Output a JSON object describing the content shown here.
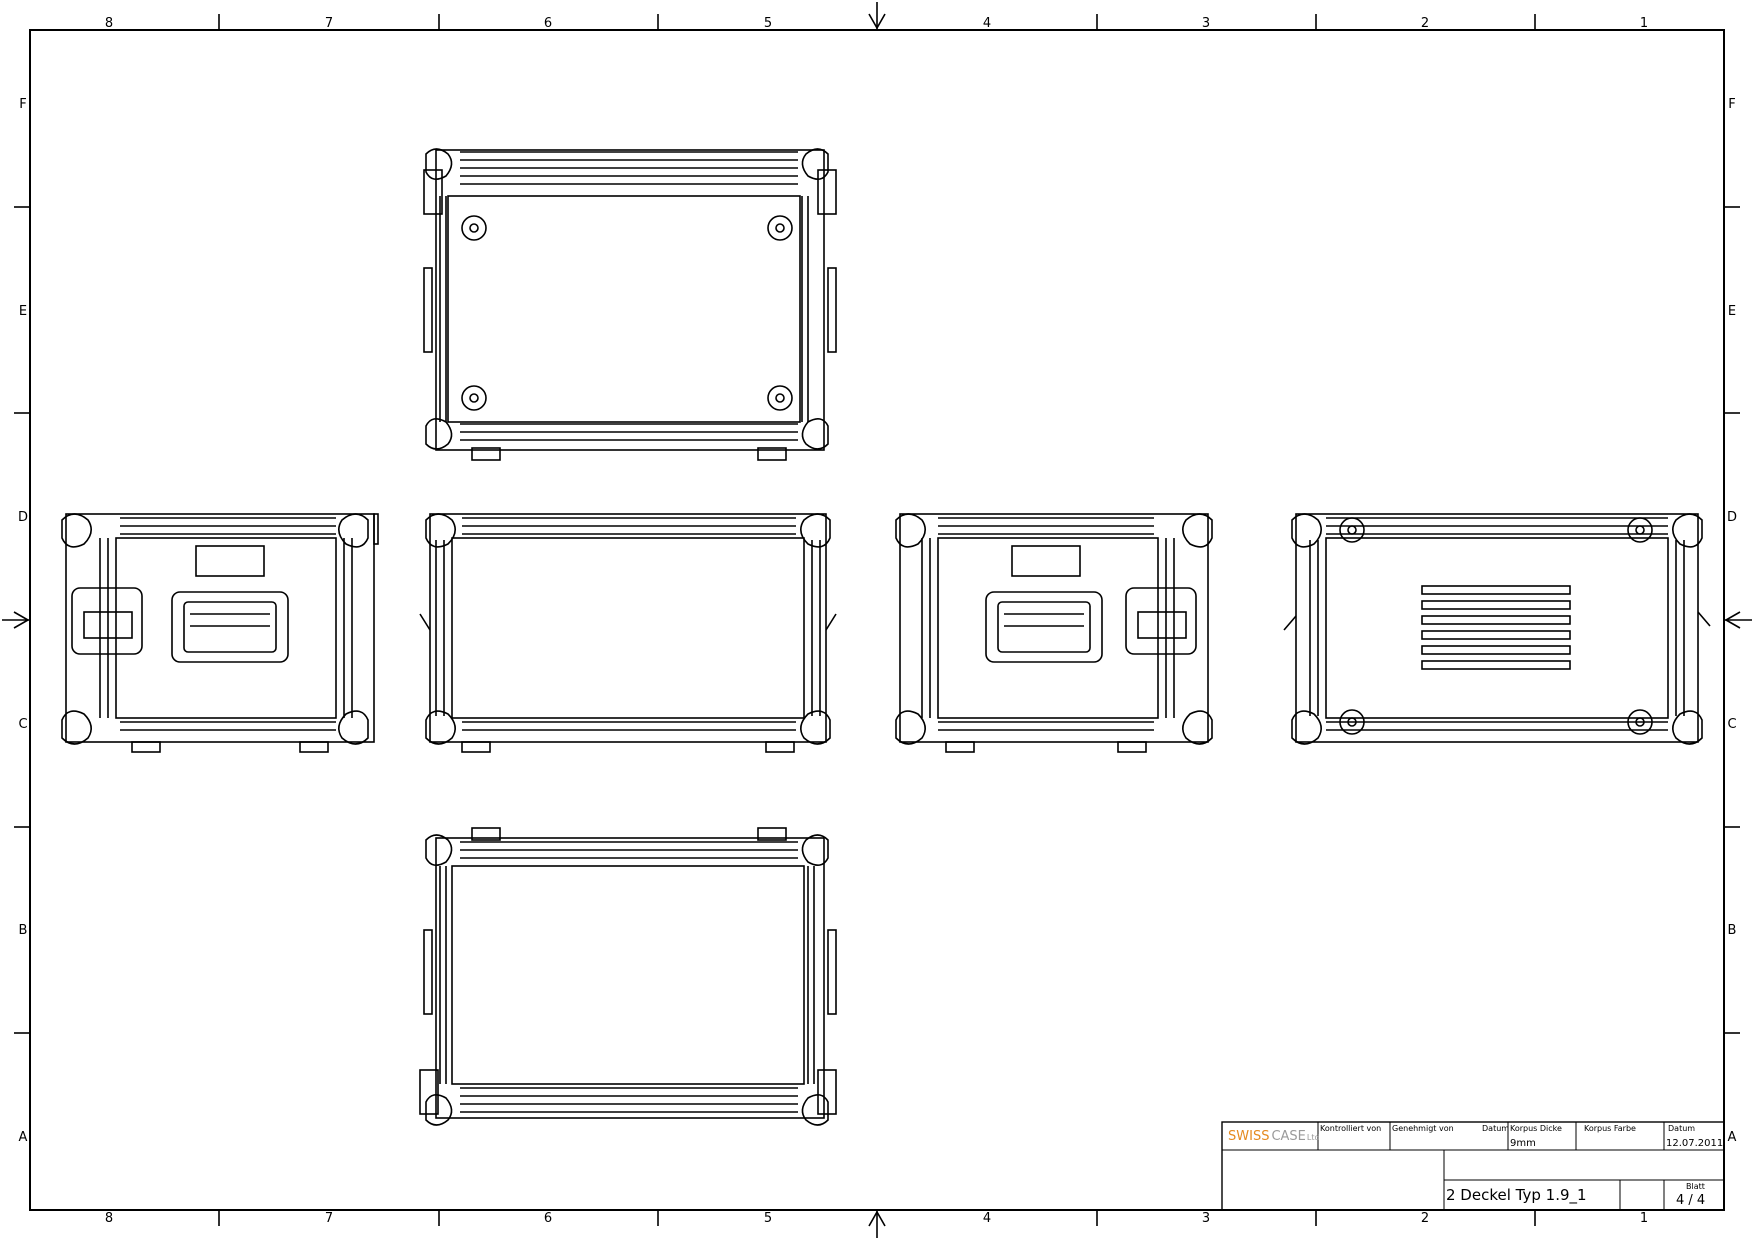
{
  "drawing": {
    "column_labels": [
      "8",
      "7",
      "6",
      "5",
      "4",
      "3",
      "2",
      "1"
    ],
    "row_labels": [
      "F",
      "E",
      "D",
      "C",
      "B",
      "A"
    ]
  },
  "title_block": {
    "logo": {
      "part1": "SWISS",
      "part2": "CASE",
      "part3": "Ltd"
    },
    "checked_by_label": "Kontrolliert von",
    "approved_by_label": "Genehmigt von",
    "date_label": "Datum",
    "thickness_label": "Korpus Dicke",
    "thickness_value": "9mm",
    "color_label": "Korpus Farbe",
    "date_label_2": "Datum",
    "date_value": "12.07.2011",
    "drawing_title": "2 Deckel Typ 1.9_1",
    "sheet_label": "Blatt",
    "sheet_value": "4 / 4"
  },
  "colors": {
    "line": "#000000",
    "logo_accent": "#e58a1f",
    "logo_gray": "#9a9a9a"
  }
}
